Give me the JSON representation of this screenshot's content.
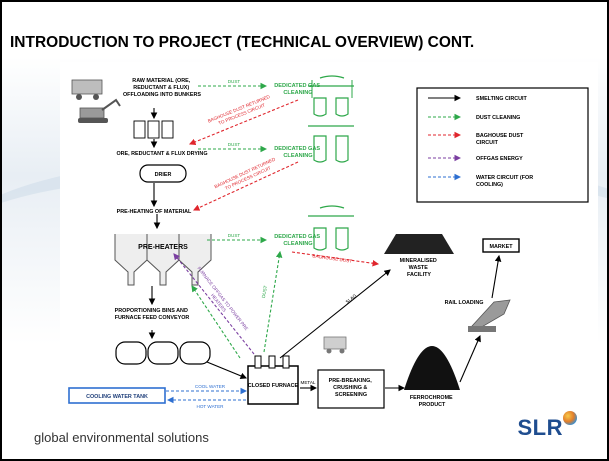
{
  "title": "INTRODUCTION TO PROJECT (TECHNICAL OVERVIEW) CONT.",
  "footer": {
    "tagline": "global environmental solutions",
    "logo": "SLR"
  },
  "colors": {
    "smelting": "#000000",
    "dust": "#2ea84a",
    "baghouse": "#e0262d",
    "offgas": "#7b3fa1",
    "water": "#2e6fd1"
  },
  "nodes": {
    "raw_material": [
      "RAW MATERIAL (ORE,",
      "REDUCTANT & FLUX)",
      "OFFLOADING INTO BUNKERS"
    ],
    "drying": "ORE, REDUCTANT & FLUX DRYING",
    "drier": "DRIER",
    "preheating": "PRE-HEATING OF MATERIAL",
    "preheaters": "PRE-HEATERS",
    "dedicated_gas_cleaning": [
      "DEDICATED GAS",
      "CLEANING"
    ],
    "proportioning": [
      "PROPORTIONING BINS AND",
      "FURNACE FEED CONVEYOR"
    ],
    "closed_furnace": "CLOSED FURNACE",
    "cooling_tank": "COOLING WATER TANK",
    "prebreaking": [
      "PRE-BREAKING,",
      "CRUSHING &",
      "SCREENING"
    ],
    "ferrochrome": [
      "FERROCHROME",
      "PRODUCT"
    ],
    "waste_facility": [
      "MINERALISED",
      "WASTE",
      "FACILITY"
    ],
    "market": "MARKET",
    "rail_loading": "RAIL LOADING"
  },
  "edge_labels": {
    "dust": "DUST",
    "baghouse_return": [
      "BAGHOUSE DUST RETURNED",
      "TO PROCESS CIRCUIT"
    ],
    "baghouse_dust": "BAGHOUSE DUST",
    "furnace_offgas": [
      "FURNACE OFFGAS TO POWER PRE",
      "HEATERS"
    ],
    "slag": "SLAG",
    "metal": "METAL",
    "cool_water": "COOL WATER",
    "hot_water": "HOT WATER"
  },
  "legend": [
    {
      "label": "SMELTING CIRCUIT",
      "key": "smelting"
    },
    {
      "label": "DUST CLEANING",
      "key": "dust"
    },
    {
      "label": "BAGHOUSE DUST CIRCUIT",
      "key": "baghouse",
      "lines": [
        "BAGHOUSE DUST",
        "CIRCUIT"
      ]
    },
    {
      "label": "OFFGAS ENERGY",
      "key": "offgas"
    },
    {
      "label": "WATER CIRCUIT (FOR COOLING)",
      "key": "water",
      "lines": [
        "WATER CIRCUIT (FOR",
        "COOLING)"
      ]
    }
  ]
}
